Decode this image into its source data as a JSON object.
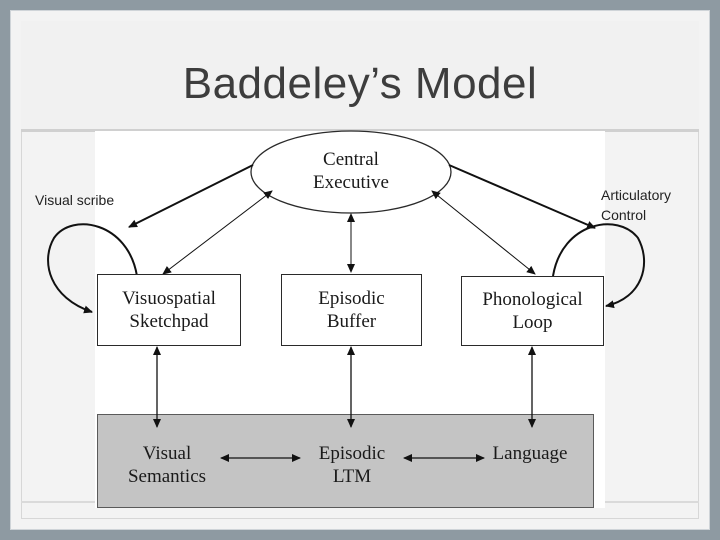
{
  "title": "Baddeley’s Model",
  "labels": {
    "visual_scribe": "Visual scribe",
    "articulatory_control": "Articulatory\nControl"
  },
  "components": {
    "central_executive": "Central\nExecutive",
    "visuospatial_sketchpad": "Visuospatial\nSketchpad",
    "episodic_buffer": "Episodic\nBuffer",
    "phonological_loop": "Phonological\nLoop"
  },
  "long_term": {
    "visual_semantics": "Visual\nSemantics",
    "episodic_ltm": "Episodic\nLTM",
    "language": "Language"
  }
}
